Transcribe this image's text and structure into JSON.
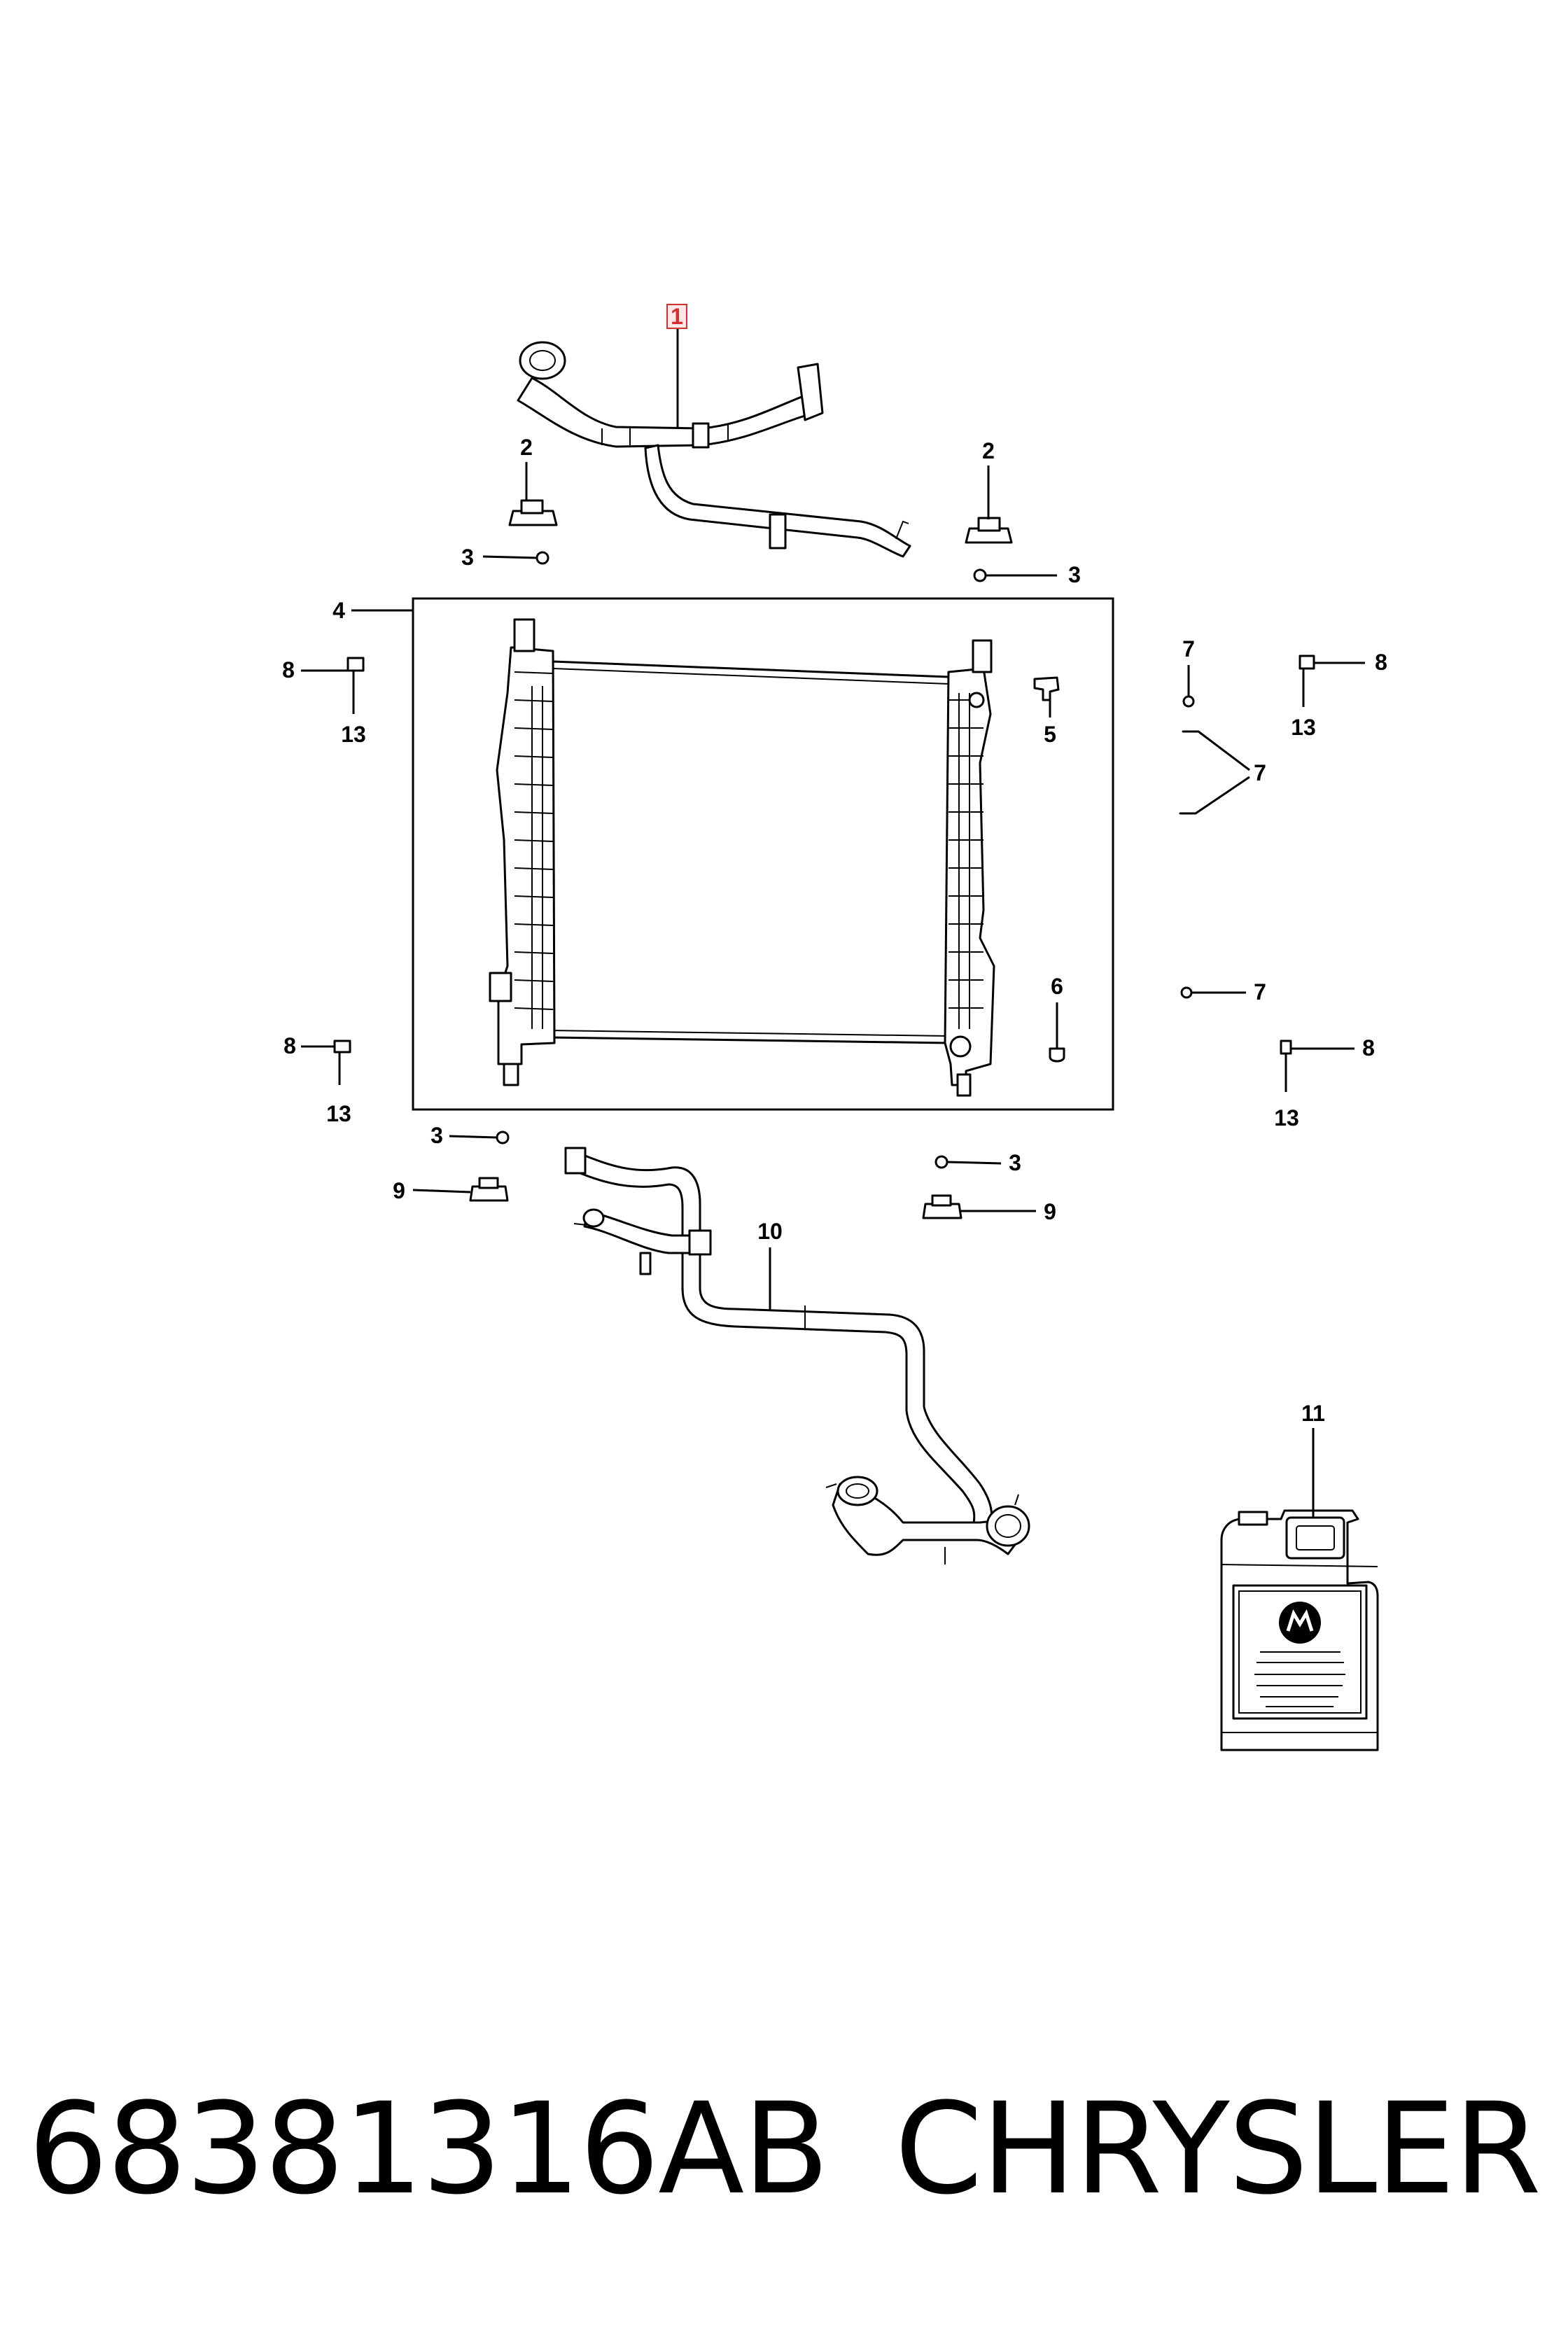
{
  "callouts": {
    "c1": "1",
    "c2": "2",
    "c3": "3",
    "c4": "4",
    "c5": "5",
    "c6": "6",
    "c7": "7",
    "c8": "8",
    "c9": "9",
    "c10": "10",
    "c11": "11",
    "c13": "13"
  },
  "footer": {
    "part_number": "68381316AB",
    "brand": "CHRYSLER"
  }
}
